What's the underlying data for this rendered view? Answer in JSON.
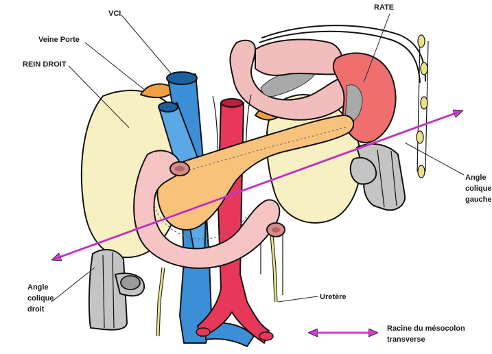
{
  "labels": {
    "vci": "VCI",
    "veine_porte": "Veine Porte",
    "rein_droit": "REIN DROIT",
    "rate": "RATE",
    "angle_gauche": [
      "Angle",
      "colique",
      "gauche"
    ],
    "angle_droit": [
      "Angle",
      "colique",
      "droit"
    ],
    "uretere": "Uretère",
    "racine": [
      "Racine du mésocolon",
      "transverse"
    ]
  },
  "colors": {
    "kidney": "#f6f0c2",
    "pancreas": "#f9c27a",
    "duodenum": "#f6c4c4",
    "stomach": "#f2bdbd",
    "spleen": "#ef6f6f",
    "aorta": "#e8385a",
    "vena_cava": "#3b8fd6",
    "portal_vein": "#5aa8e6",
    "colon": "#c4c4c4",
    "ureter": "#e9e28a",
    "adrenal": "#f0a040",
    "axis_arrow": "#d63ad6"
  }
}
